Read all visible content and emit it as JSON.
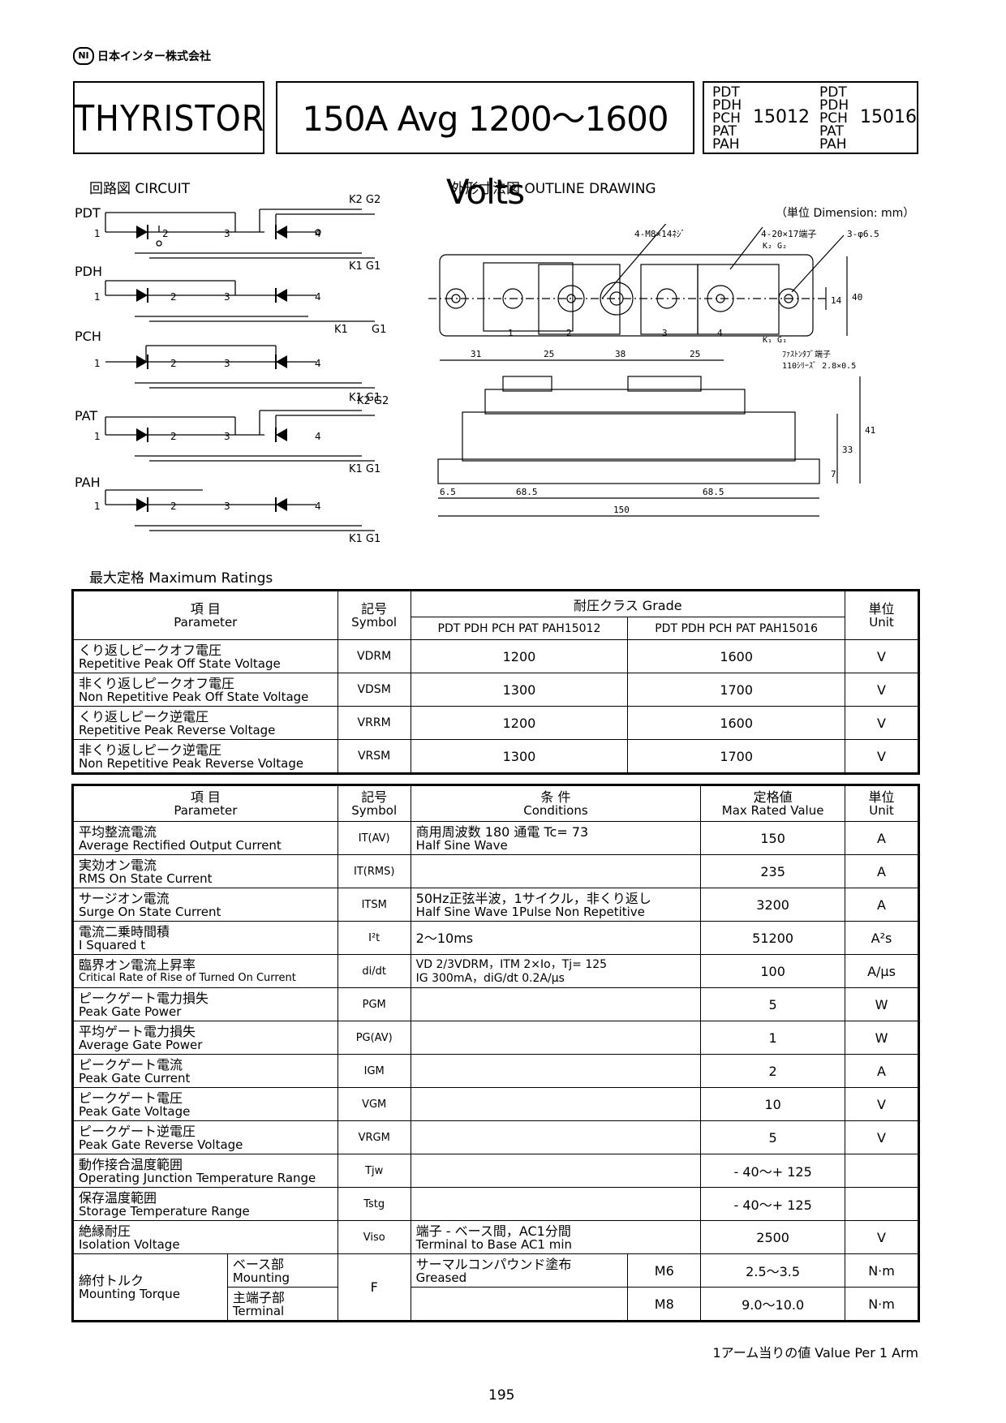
{
  "company": {
    "logo": "NI",
    "name": "日本インター株式会社"
  },
  "title": {
    "device": "THYRISTOR",
    "rating": "150A Avg 1200〜1600 Volts",
    "models_a": [
      "PDT",
      "PDH",
      "PCH",
      "PAT",
      "PAH"
    ],
    "num_a": "15012",
    "models_b": [
      "PDT",
      "PDH",
      "PCH",
      "PAT",
      "PAH"
    ],
    "num_b": "15016"
  },
  "circuit": {
    "heading": "回路図 CIRCUIT",
    "types": [
      "PDT",
      "PDH",
      "PCH",
      "PAT",
      "PAH"
    ],
    "pin_1": "1",
    "pin_2": "2",
    "pin_3": "3",
    "pin_4": "4",
    "k2g2": "K2 G2",
    "k1g1": "K1 G1",
    "k1": "K1",
    "g1": "G1"
  },
  "outline": {
    "heading": "外形寸法図 OUTLINE DRAWING",
    "unit": "（単位 Dimension: mm）",
    "note_bolt": "4-M8×14ﾈｼﾞ",
    "note_term": "4-20×17端子",
    "note_hole": "3-φ6.5",
    "note_kg2": "K₂ G₂",
    "note_kg1": "K₁ G₁",
    "note_fast": "ﾌｧｽﾄﾝﾀﾌﾞ端子",
    "note_fast2": "110ｼﾘｰｽﾞ 2.8×0.5",
    "dim_31": "31",
    "dim_25a": "25",
    "dim_38": "38",
    "dim_25b": "25",
    "dim_14": "14",
    "dim_40": "40",
    "dim_65": "6.5",
    "dim_685a": "68.5",
    "dim_685b": "68.5",
    "dim_150": "150",
    "dim_33": "33",
    "dim_41": "41",
    "dim_7": "7",
    "term_1": "1",
    "term_2": "2",
    "term_3": "3",
    "term_4": "4"
  },
  "max_ratings": {
    "heading": "最大定格 Maximum Ratings",
    "headers": {
      "param_jp": "項 目",
      "param_en": "Parameter",
      "sym_jp": "記号",
      "sym_en": "Symbol",
      "grade": "耐圧クラス Grade",
      "grade_a": "PDT PDH PCH PAT PAH15012",
      "grade_b": "PDT PDH PCH PAT PAH15016",
      "unit_jp": "単位",
      "unit_en": "Unit"
    },
    "rows": [
      {
        "jp": "くり返しピークオフ電圧",
        "en": "Repetitive Peak Off State Voltage",
        "sym": "VDRM",
        "a": "1200",
        "b": "1600",
        "unit": "V"
      },
      {
        "jp": "非くり返しピークオフ電圧",
        "en": "Non Repetitive Peak Off State Voltage",
        "sym": "VDSM",
        "a": "1300",
        "b": "1700",
        "unit": "V"
      },
      {
        "jp": "くり返しピーク逆電圧",
        "en": "Repetitive Peak Reverse Voltage",
        "sym": "VRRM",
        "a": "1200",
        "b": "1600",
        "unit": "V"
      },
      {
        "jp": "非くり返しピーク逆電圧",
        "en": "Non Repetitive Peak Reverse Voltage",
        "sym": "VRSM",
        "a": "1300",
        "b": "1700",
        "unit": "V"
      }
    ]
  },
  "ratings": {
    "headers": {
      "param_jp": "項 目",
      "param_en": "Parameter",
      "sym_jp": "記号",
      "sym_en": "Symbol",
      "cond_jp": "条 件",
      "cond_en": "Conditions",
      "val_jp": "定格値",
      "val_en": "Max Rated Value",
      "unit_jp": "単位",
      "unit_en": "Unit"
    },
    "rows": [
      {
        "jp": "平均整流電流",
        "en": "Average Rectified Output Current",
        "sym": "IT(AV)",
        "cond1": "商用周波数 180 通電 Tc= 73",
        "cond2": "Half Sine Wave",
        "val": "150",
        "unit": "A"
      },
      {
        "jp": "実効オン電流",
        "en": "RMS On State Current",
        "sym": "IT(RMS)",
        "cond1": "",
        "cond2": "",
        "val": "235",
        "unit": "A"
      },
      {
        "jp": "サージオン電流",
        "en": "Surge On State Current",
        "sym": "ITSM",
        "cond1": "50Hz正弦半波，1サイクル，非くり返し",
        "cond2": "Half Sine Wave 1Pulse Non Repetitive",
        "val": "3200",
        "unit": "A"
      },
      {
        "jp": "電流二乗時間積",
        "en": "I Squared t",
        "sym": "I²t",
        "cond1": "2〜10ms",
        "cond2": "",
        "val": "51200",
        "unit": "A²s"
      },
      {
        "jp": "臨界オン電流上昇率",
        "en": "Critical Rate of Rise of Turned On Current",
        "sym": "di/dt",
        "cond1": "VD 2/3VDRM，ITM 2×Io，Tj= 125",
        "cond2": "IG 300mA，diG/dt 0.2A/μs",
        "val": "100",
        "unit": "A/μs"
      },
      {
        "jp": "ピークゲート電力損失",
        "en": "Peak Gate Power",
        "sym": "PGM",
        "cond1": "",
        "cond2": "",
        "val": "5",
        "unit": "W"
      },
      {
        "jp": "平均ゲート電力損失",
        "en": "Average Gate Power",
        "sym": "PG(AV)",
        "cond1": "",
        "cond2": "",
        "val": "1",
        "unit": "W"
      },
      {
        "jp": "ピークゲート電流",
        "en": "Peak Gate Current",
        "sym": "IGM",
        "cond1": "",
        "cond2": "",
        "val": "2",
        "unit": "A"
      },
      {
        "jp": "ピークゲート電圧",
        "en": "Peak Gate Voltage",
        "sym": "VGM",
        "cond1": "",
        "cond2": "",
        "val": "10",
        "unit": "V"
      },
      {
        "jp": "ピークゲート逆電圧",
        "en": "Peak Gate Reverse Voltage",
        "sym": "VRGM",
        "cond1": "",
        "cond2": "",
        "val": "5",
        "unit": "V"
      },
      {
        "jp": "動作接合温度範囲",
        "en": "Operating Junction Temperature Range",
        "sym": "Tjw",
        "cond1": "",
        "cond2": "",
        "val": "- 40〜+ 125",
        "unit": ""
      },
      {
        "jp": "保存温度範囲",
        "en": "Storage Temperature Range",
        "sym": "Tstg",
        "cond1": "",
        "cond2": "",
        "val": "- 40〜+ 125",
        "unit": ""
      },
      {
        "jp": "絶縁耐圧",
        "en": "Isolation Voltage",
        "sym": "Viso",
        "cond1": "端子 - ベース間，AC1分間",
        "cond2": "Terminal to Base AC1 min",
        "val": "2500",
        "unit": "V"
      }
    ],
    "torque": {
      "jp": "締付トルク",
      "en": "Mounting Torque",
      "sym": "F",
      "mount_jp": "ベース部",
      "mount_en": "Mounting",
      "term_jp": "主端子部",
      "term_en": "Terminal",
      "cond1": "サーマルコンパウンド塗布",
      "cond2": "Greased",
      "m6": "M6",
      "m8": "M8",
      "m6_val": "2.5〜3.5",
      "m8_val": "9.0〜10.0",
      "unit": "N·m"
    }
  },
  "footer": {
    "note": "1アーム当りの値 Value Per 1 Arm",
    "page": "195"
  }
}
